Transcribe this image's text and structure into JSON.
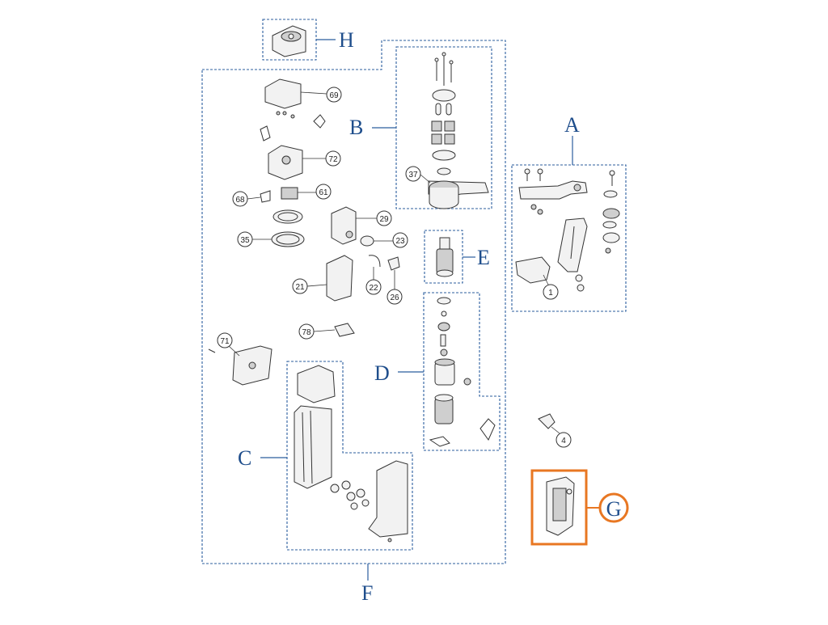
{
  "diagram": {
    "groups": {
      "A": "A",
      "B": "B",
      "C": "C",
      "D": "D",
      "E": "E",
      "F": "F",
      "G": "G",
      "H": "H"
    },
    "part_numbers": {
      "p69": "69",
      "p72": "72",
      "p61": "61",
      "p68": "68",
      "p35": "35",
      "p29": "29",
      "p23": "23",
      "p21": "21",
      "p22": "22",
      "p26": "26",
      "p78": "78",
      "p71": "71",
      "p37": "37",
      "p1": "1",
      "p4": "4"
    },
    "highlight_color": "#e87722",
    "group_border_color": "#2b5e9e"
  }
}
